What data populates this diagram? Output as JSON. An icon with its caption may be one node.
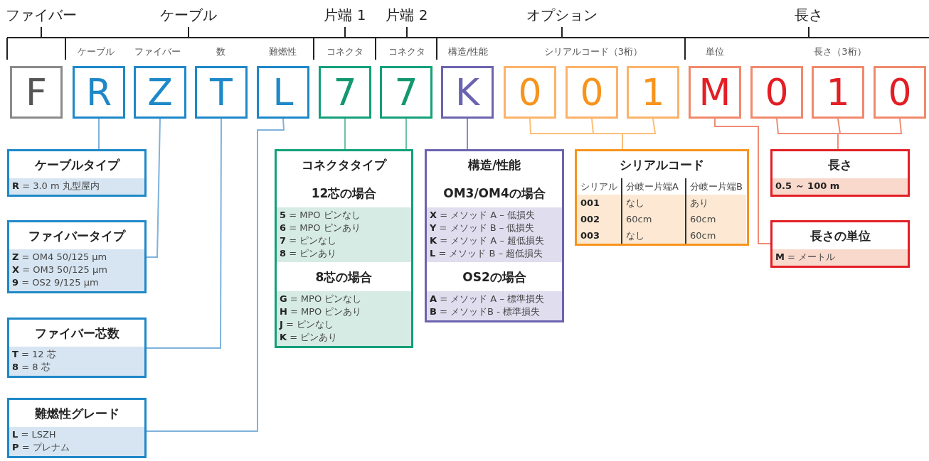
{
  "diagram": {
    "nodes": [
      {
        "text": [
          "F"
        ]
      },
      {
        "text": [
          "R"
        ]
      },
      {
        "text": [
          "Z"
        ]
      },
      {
        "text": [
          "T"
        ]
      },
      {
        "text": [
          "L"
        ]
      },
      {
        "text": [
          "7"
        ]
      },
      {
        "text": [
          "7"
        ]
      },
      {
        "text": [
          "K"
        ]
      },
      {
        "text": [
          "0"
        ]
      },
      {
        "text": [
          "0"
        ]
      },
      {
        "text": [
          "1"
        ]
      },
      {
        "text": [
          "M"
        ]
      },
      {
        "text": [
          "0"
        ]
      },
      {
        "text": [
          "1"
        ]
      },
      {
        "text": [
          "0"
        ]
      },
      {
        "text": [
          "ケーブルタイプ",
          "**R** = 3.0 m 丸型屋内"
        ]
      },
      {
        "text": [
          "ファイバータイプ",
          "**Z** = OM4 50/125 µm",
          "**X** = OM3 50/125 µm",
          "**9** = OS2 9/125 µm"
        ]
      },
      {
        "text": [
          "ファイバー芯数",
          "**T** = 12 芯",
          "**8** = 8 芯"
        ]
      },
      {
        "text": [
          "難燃性グレード",
          "**L** = LSZH",
          "**P** = プレナム"
        ]
      },
      {
        "text": [
          "コネクタタイプ",
          "12芯の場合",
          "**5** = MPO ピンなし",
          "**6** = MPO ピンあり",
          "**7** = ピンなし",
          "**8** = ピンあり",
          "8芯の場合",
          "**G** = MPO ピンなし",
          "**H** = MPO ピンあり",
          "**J** = ピンなし",
          "**K** = ピンあり"
        ]
      },
      {
        "text": [
          "構造/性能",
          "OM3/OM4の場合",
          "**X** = メソッド A – 低損失",
          "**Y** = メソッド B – 低損失",
          "**K** = メソッド A – 超低損失",
          "**L** = メソッド B – 超低損失",
          "OS2の場合",
          "**A** = メソッド A – 標準損失",
          "**B** = メソッドB - 標準損失"
        ]
      },
      {
        "text": [
          "シリアルコード",
          "シリアル",
          "分岐ー片端A",
          "分岐ー片端B",
          "001",
          "なし",
          "あり",
          "002",
          "60cm",
          "60cm",
          "003",
          "なし",
          "60cm"
        ]
      },
      {
        "text": [
          "長さ",
          "0.5 ～ 100 m"
        ]
      },
      {
        "text": [
          "長さの単位",
          "**M** = メートル"
        ]
      }
    ],
    "edges": [
      {
        "from": 1,
        "to": 15,
        "arrow": "none",
        "color": "#7fb2dc"
      },
      {
        "from": 2,
        "to": 16,
        "arrow": "none",
        "color": "#7fb2dc"
      },
      {
        "from": 3,
        "to": 17,
        "arrow": "none",
        "color": "#7fb2dc"
      },
      {
        "from": 4,
        "to": 18,
        "arrow": "none",
        "color": "#7fb2dc"
      },
      {
        "from": 5,
        "to": 19,
        "arrow": "none",
        "color": "#6cc2a4"
      },
      {
        "from": 6,
        "to": 19,
        "arrow": "none",
        "color": "#6cc2a4"
      },
      {
        "from": 7,
        "to": 20,
        "arrow": "none",
        "color": "#8c87c6"
      },
      {
        "from": 8,
        "to": 21,
        "arrow": "none",
        "color": "#fbbf7a"
      },
      {
        "from": 9,
        "to": 21,
        "arrow": "none",
        "color": "#fbbf7a"
      },
      {
        "from": 10,
        "to": 21,
        "arrow": "none",
        "color": "#fbbf7a"
      },
      {
        "from": 11,
        "to": 23,
        "arrow": "none",
        "color": "#f08c74"
      },
      {
        "from": 12,
        "to": 22,
        "arrow": "none",
        "color": "#f08c74"
      },
      {
        "from": 13,
        "to": 22,
        "arrow": "none",
        "color": "#f08c74"
      },
      {
        "from": 14,
        "to": 22,
        "arrow": "none",
        "color": "#f08c74"
      }
    ],
    "labels": [
      "ファイバー",
      "ケーブル",
      "片端 1",
      "片端 2",
      "オプション",
      "長さ",
      "ケーブル",
      "ファイバー",
      "数",
      "難燃性",
      "コネクタ",
      "コネクタ",
      "構造/性能",
      "シリアルコード（3桁）",
      "単位",
      "長さ（3桁）"
    ]
  }
}
